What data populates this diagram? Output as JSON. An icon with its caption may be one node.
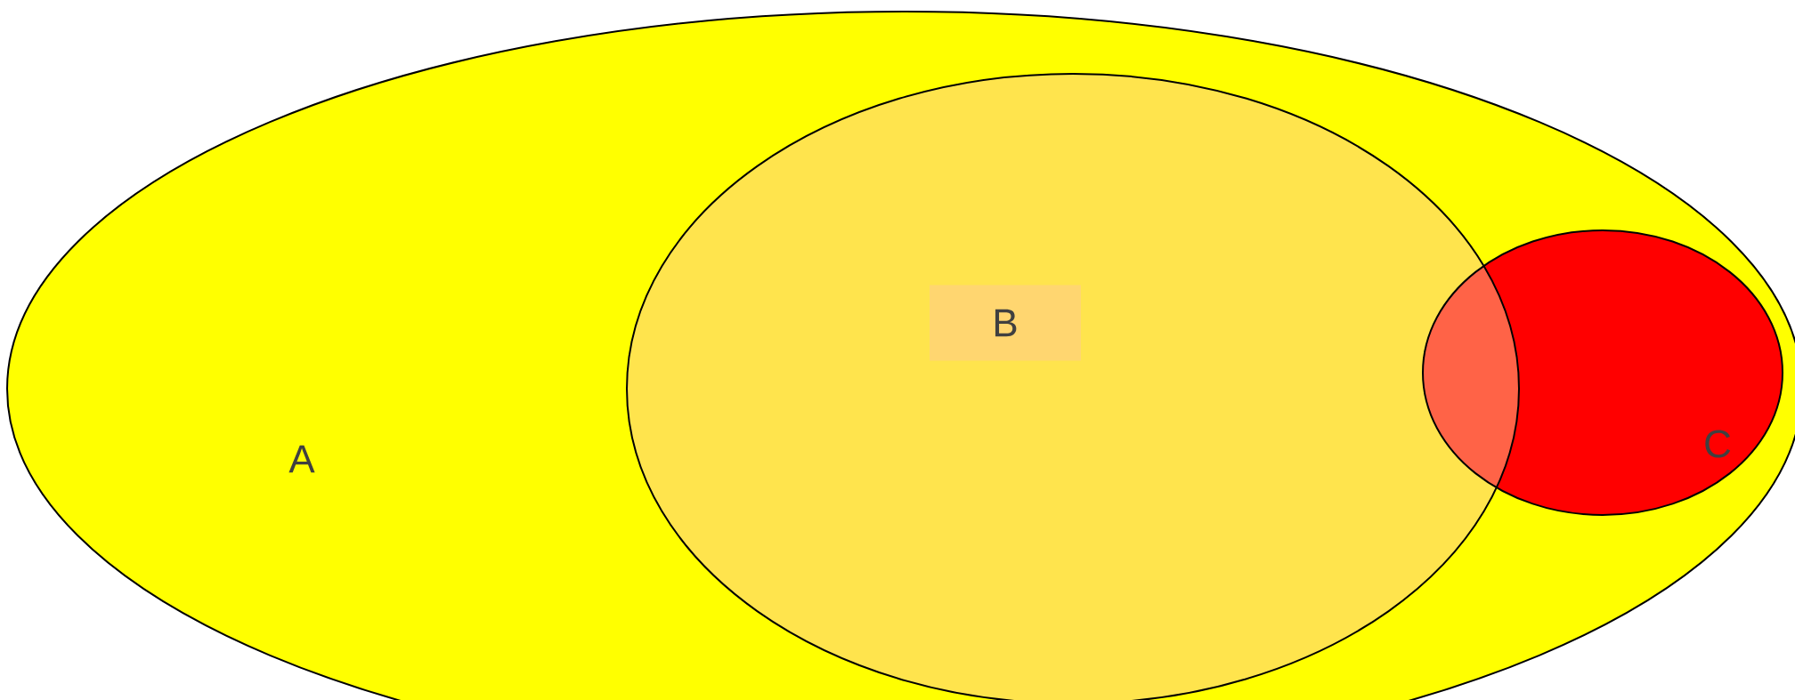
{
  "diagram": {
    "nodes": [
      {
        "text": [
          "A"
        ]
      },
      {
        "text": [
          "B"
        ],
        "in": 0
      },
      {
        "text": [
          "C"
        ],
        "in": 0
      }
    ]
  }
}
